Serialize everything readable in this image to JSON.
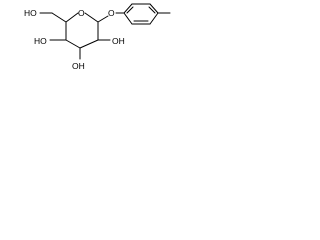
{
  "structure": {
    "labels": {
      "ring_oxygen": "O",
      "glycosidic_oxygen": "O",
      "hydroxymethyl": "HO",
      "oh_c2": "OH",
      "oh_c3": "OH",
      "oh_c4": "HO"
    },
    "colors": {
      "bond": "#000000",
      "label": "#000000",
      "background": "#ffffff"
    }
  }
}
